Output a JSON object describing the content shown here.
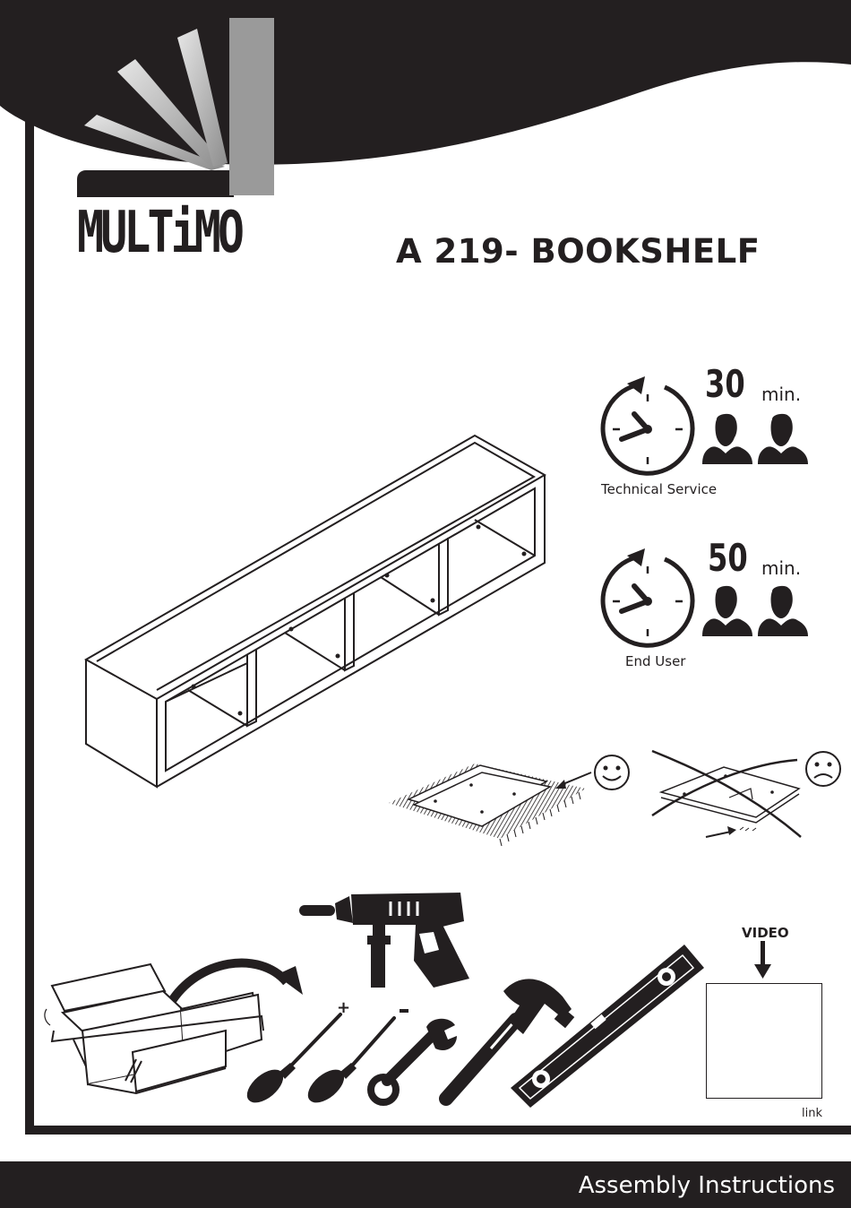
{
  "header": {
    "brand": "MULTiMO",
    "product_title": "A 219- BOOKSHELF"
  },
  "assembly_time": {
    "technical_service": {
      "minutes": "30",
      "unit": "min.",
      "label": "Technical Service",
      "people": 2
    },
    "end_user": {
      "minutes": "50",
      "unit": "min.",
      "label": "End User",
      "people": 2
    }
  },
  "video": {
    "label": "VIDEO",
    "link_label": "link"
  },
  "footer": {
    "text": "Assembly Instructions"
  },
  "icons": [
    "multimo-logo",
    "clock-icon",
    "person-icon",
    "happy-face-icon",
    "sad-face-icon",
    "toolbox-icon",
    "drill-icon",
    "phillips-screwdriver-icon",
    "flat-screwdriver-icon",
    "wrench-icon",
    "hammer-icon",
    "spirit-level-icon",
    "arrow-down-icon"
  ],
  "colors": {
    "ink": "#231f20",
    "gray": "#9a9a9a",
    "white": "#ffffff"
  }
}
